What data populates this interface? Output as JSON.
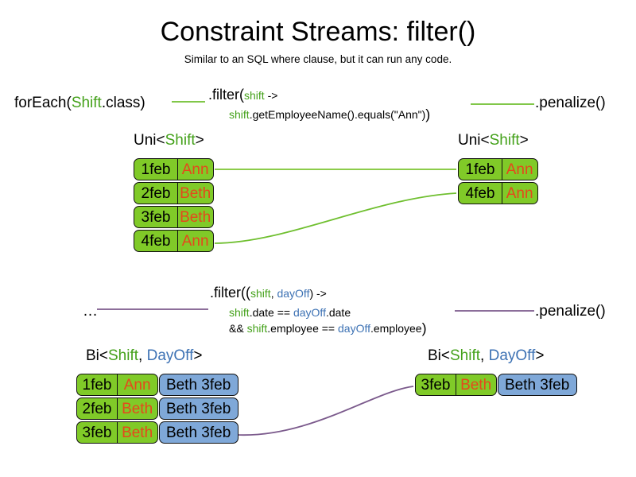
{
  "title": "Constraint Streams: filter()",
  "subtitle": "Similar to an SQL where clause, but it can run any code.",
  "colors": {
    "shift_green": "#80ca28",
    "dayoff_blue": "#7fa8d8",
    "name_orange": "#e5481c",
    "keyword_green": "#44a11a",
    "keyword_blue": "#3d72b4",
    "connector_green": "#6fbf2f",
    "connector_purple": "#7b5a8c"
  },
  "top_section": {
    "source_call": {
      "prefix": "forEach(",
      "type": "Shift",
      "suffix": ".class)"
    },
    "filter": {
      "lead": ".filter(",
      "param": "shift",
      "arrow": " ->",
      "body_var": "shift",
      "body_rest": ".getEmployeeName().equals(\"Ann\")",
      "close_paren": ")"
    },
    "terminal_call": ".penalize()",
    "left_stream": {
      "header_prefix": "Uni<",
      "header_type": "Shift",
      "header_suffix": ">",
      "rows": [
        {
          "date": "1feb",
          "name": "Ann"
        },
        {
          "date": "2feb",
          "name": "Beth"
        },
        {
          "date": "3feb",
          "name": "Beth"
        },
        {
          "date": "4feb",
          "name": "Ann"
        }
      ]
    },
    "right_stream": {
      "header_prefix": "Uni<",
      "header_type": "Shift",
      "header_suffix": ">",
      "rows": [
        {
          "date": "1feb",
          "name": "Ann"
        },
        {
          "date": "4feb",
          "name": "Ann"
        }
      ]
    }
  },
  "bottom_section": {
    "source_call": "…",
    "filter": {
      "lead": ".filter((",
      "param1": "shift",
      "comma": ", ",
      "param2": "dayOff",
      "arrow": ") ->",
      "line2_var1": "shift",
      "line2_mid": ".date == ",
      "line2_var2": "dayOff",
      "line2_end": ".date",
      "line3_pre": "&& ",
      "line3_var1": "shift",
      "line3_mid": ".employee == ",
      "line3_var2": "dayOff",
      "line3_end": ".employee",
      "close_paren": ")"
    },
    "terminal_call": ".penalize()",
    "left_stream": {
      "header_prefix": "Bi<",
      "header_type1": "Shift",
      "header_comma": ", ",
      "header_type2": "DayOff",
      "header_suffix": ">",
      "rows": [
        {
          "date": "1feb",
          "name": "Ann",
          "dayoff": "Beth 3feb"
        },
        {
          "date": "2feb",
          "name": "Beth",
          "dayoff": "Beth 3feb"
        },
        {
          "date": "3feb",
          "name": "Beth",
          "dayoff": "Beth 3feb"
        }
      ]
    },
    "right_stream": {
      "header_prefix": "Bi<",
      "header_type1": "Shift",
      "header_comma": ", ",
      "header_type2": "DayOff",
      "header_suffix": ">",
      "rows": [
        {
          "date": "3feb",
          "name": "Beth",
          "dayoff": "Beth 3feb"
        }
      ]
    }
  }
}
